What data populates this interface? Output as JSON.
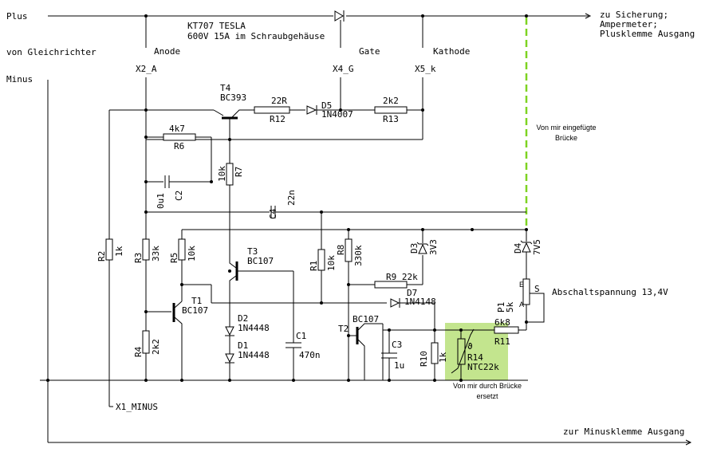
{
  "labels": {
    "plus": "Plus",
    "minus": "Minus",
    "von_gleichrichter": "von Gleichrichter",
    "thyristor_type": "KT707 TESLA",
    "thyristor_desc": "600V 15A im Schraubgehäuse",
    "anode": "Anode",
    "gate": "Gate",
    "kathode": "Kathode",
    "out_plus_1": "zu Sicherung;",
    "out_plus_2": "Ampermeter;",
    "out_plus_3": "Plusklemme Ausgang",
    "x2": "X2_A",
    "x4": "X4_G",
    "x5": "X5_k",
    "x1": "X1_MINUS",
    "out_minus": "zur Minusklemme Ausgang",
    "bridge_note_1": "Von mir eingefügte",
    "bridge_note_2": "Brücke",
    "replaced_note_1": "Von mir durch Brücke",
    "replaced_note_2": "ersetzt",
    "abschalt": "Abschaltspannung 13,4V"
  },
  "components": {
    "t4_name": "T4",
    "t4_type": "BC393",
    "r12_val": "22R",
    "r12_name": "R12",
    "d5_name": "D5",
    "d5_type": "1N4007",
    "r13_val": "2k2",
    "r13_name": "R13",
    "r6_val": "4k7",
    "r6_name": "R6",
    "r7_val": "10k",
    "r7_name": "R7",
    "c2_val": "0u1",
    "c2_name": "C2",
    "c4_name": "C4",
    "c4_val": "22n",
    "r2_name": "R2",
    "r2_val": "1k",
    "r3_name": "R3",
    "r3_val": "33k",
    "r5_name": "R5",
    "r5_val": "10k",
    "t3_name": "T3",
    "t3_type": "BC107",
    "r1_name": "R1",
    "r1_val": "10k",
    "r8_name": "R8",
    "r8_val": "330k",
    "d3_name": "D3",
    "d3_val": "3V3",
    "d4_name": "D4",
    "d4_val": "7V5",
    "r9_text": "R9 22k",
    "t1_name": "T1",
    "t1_type": "BC107",
    "d7_name": "D7",
    "d7_type": "1N4148",
    "p1_name": "P1",
    "p1_val": "5k",
    "p1_pin_e": "E",
    "p1_pin_a": "A",
    "p1_pin_s": "S",
    "r11_val": "6k8",
    "r11_name": "R11",
    "t2_name": "T2",
    "t2_type": "BC107",
    "d2_name": "D2",
    "d2_type": "1N4448",
    "d1_name": "D1",
    "d1_type": "1N4448",
    "c1_name": "C1",
    "c1_val": "470n",
    "c3_name": "C3",
    "c3_val": "1u",
    "r10_name": "R10",
    "r10_val": "1k",
    "r14_name": "R14",
    "r14_type": "NTC22k",
    "r14_mark": "ϑ",
    "r4_name": "R4",
    "r4_val": "2k2"
  },
  "colors": {
    "wire": "#000000",
    "bridge": "#7ed321",
    "highlight": "#b8e07a",
    "background": "#ffffff"
  }
}
